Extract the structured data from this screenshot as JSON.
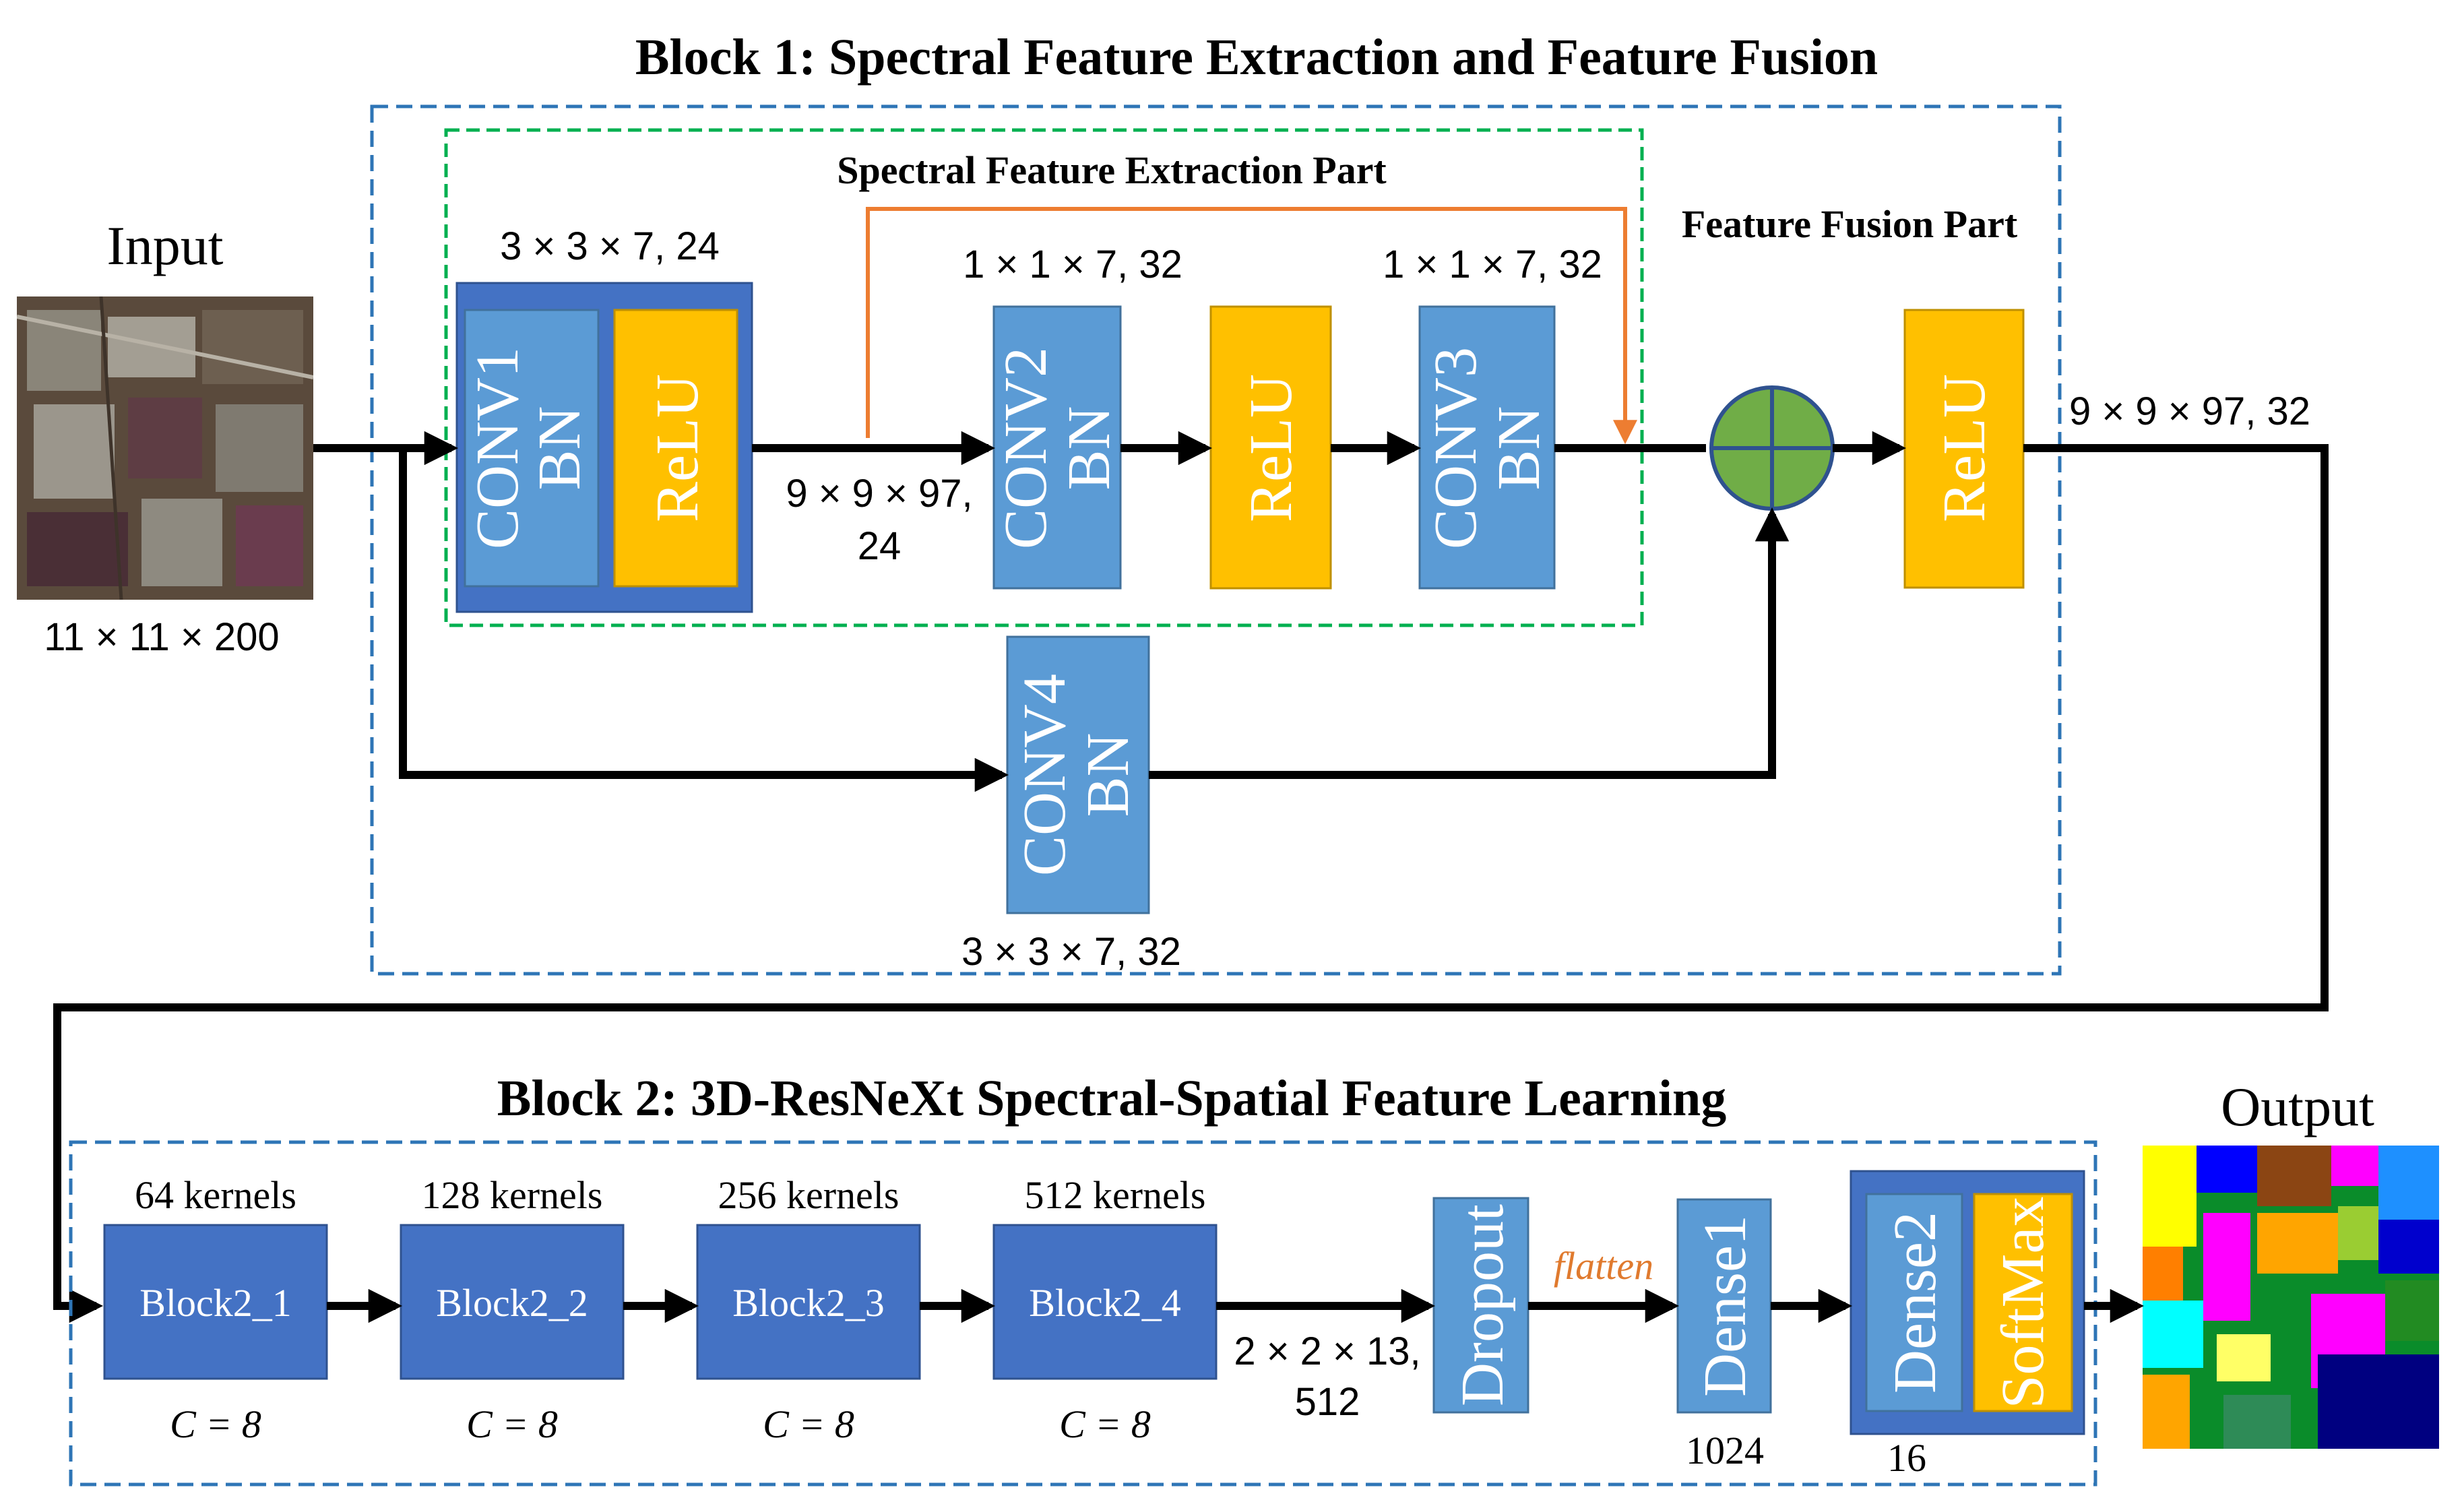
{
  "colors": {
    "block_dark": "#4472c4",
    "block_light": "#5b9bd5",
    "relu": "#ffc000",
    "adder": "#70ad47",
    "orange_arrow": "#ed7d31",
    "blue_dash": "#2e75b6",
    "green_dash": "#00b050"
  },
  "block1": {
    "title": "Block 1: Spectral Feature Extraction and Feature Fusion",
    "spectral_part_label": "Spectral Feature Extraction Part",
    "fusion_part_label": "Feature Fusion Part",
    "input_label": "Input",
    "input_dim": "11 × 11 × 200",
    "conv1_dim": "3 × 3 × 7, 24",
    "conv1_label": "CONV1",
    "conv1_bn": "BN",
    "relu1_label": "ReLU",
    "mid_dim_line1": "9 × 9 × 97,",
    "mid_dim_line2": "24",
    "conv2_dim": "1 × 1 × 7, 32",
    "conv2_label": "CONV2",
    "conv2_bn": "BN",
    "relu2_label": "ReLU",
    "conv3_dim": "1 × 1 × 7, 32",
    "conv3_label": "CONV3",
    "conv3_bn": "BN",
    "conv4_label": "CONV4",
    "conv4_bn": "BN",
    "conv4_dim": "3 × 3 × 7, 32",
    "relu_out_label": "ReLU",
    "out_dim": "9 × 9 × 97, 32"
  },
  "block2": {
    "title": "Block 2: 3D-ResNeXt Spectral-Spatial Feature Learning",
    "sub_blocks": [
      {
        "label": "Block2_1",
        "kernels": "64 kernels",
        "cardinality": "C = 8"
      },
      {
        "label": "Block2_2",
        "kernels": "128 kernels",
        "cardinality": "C = 8"
      },
      {
        "label": "Block2_3",
        "kernels": "256 kernels",
        "cardinality": "C = 8"
      },
      {
        "label": "Block2_4",
        "kernels": "512 kernels",
        "cardinality": "C = 8"
      }
    ],
    "feat_dim_line1": "2 × 2 × 13,",
    "feat_dim_line2": "512",
    "dropout_label": "Dropout",
    "flatten_label": "flatten",
    "dense1_label": "Dense1",
    "dense1_units": "1024",
    "dense2_label": "Dense2",
    "softmax_label": "SoftMax",
    "dense2_units": "16",
    "output_label": "Output"
  }
}
